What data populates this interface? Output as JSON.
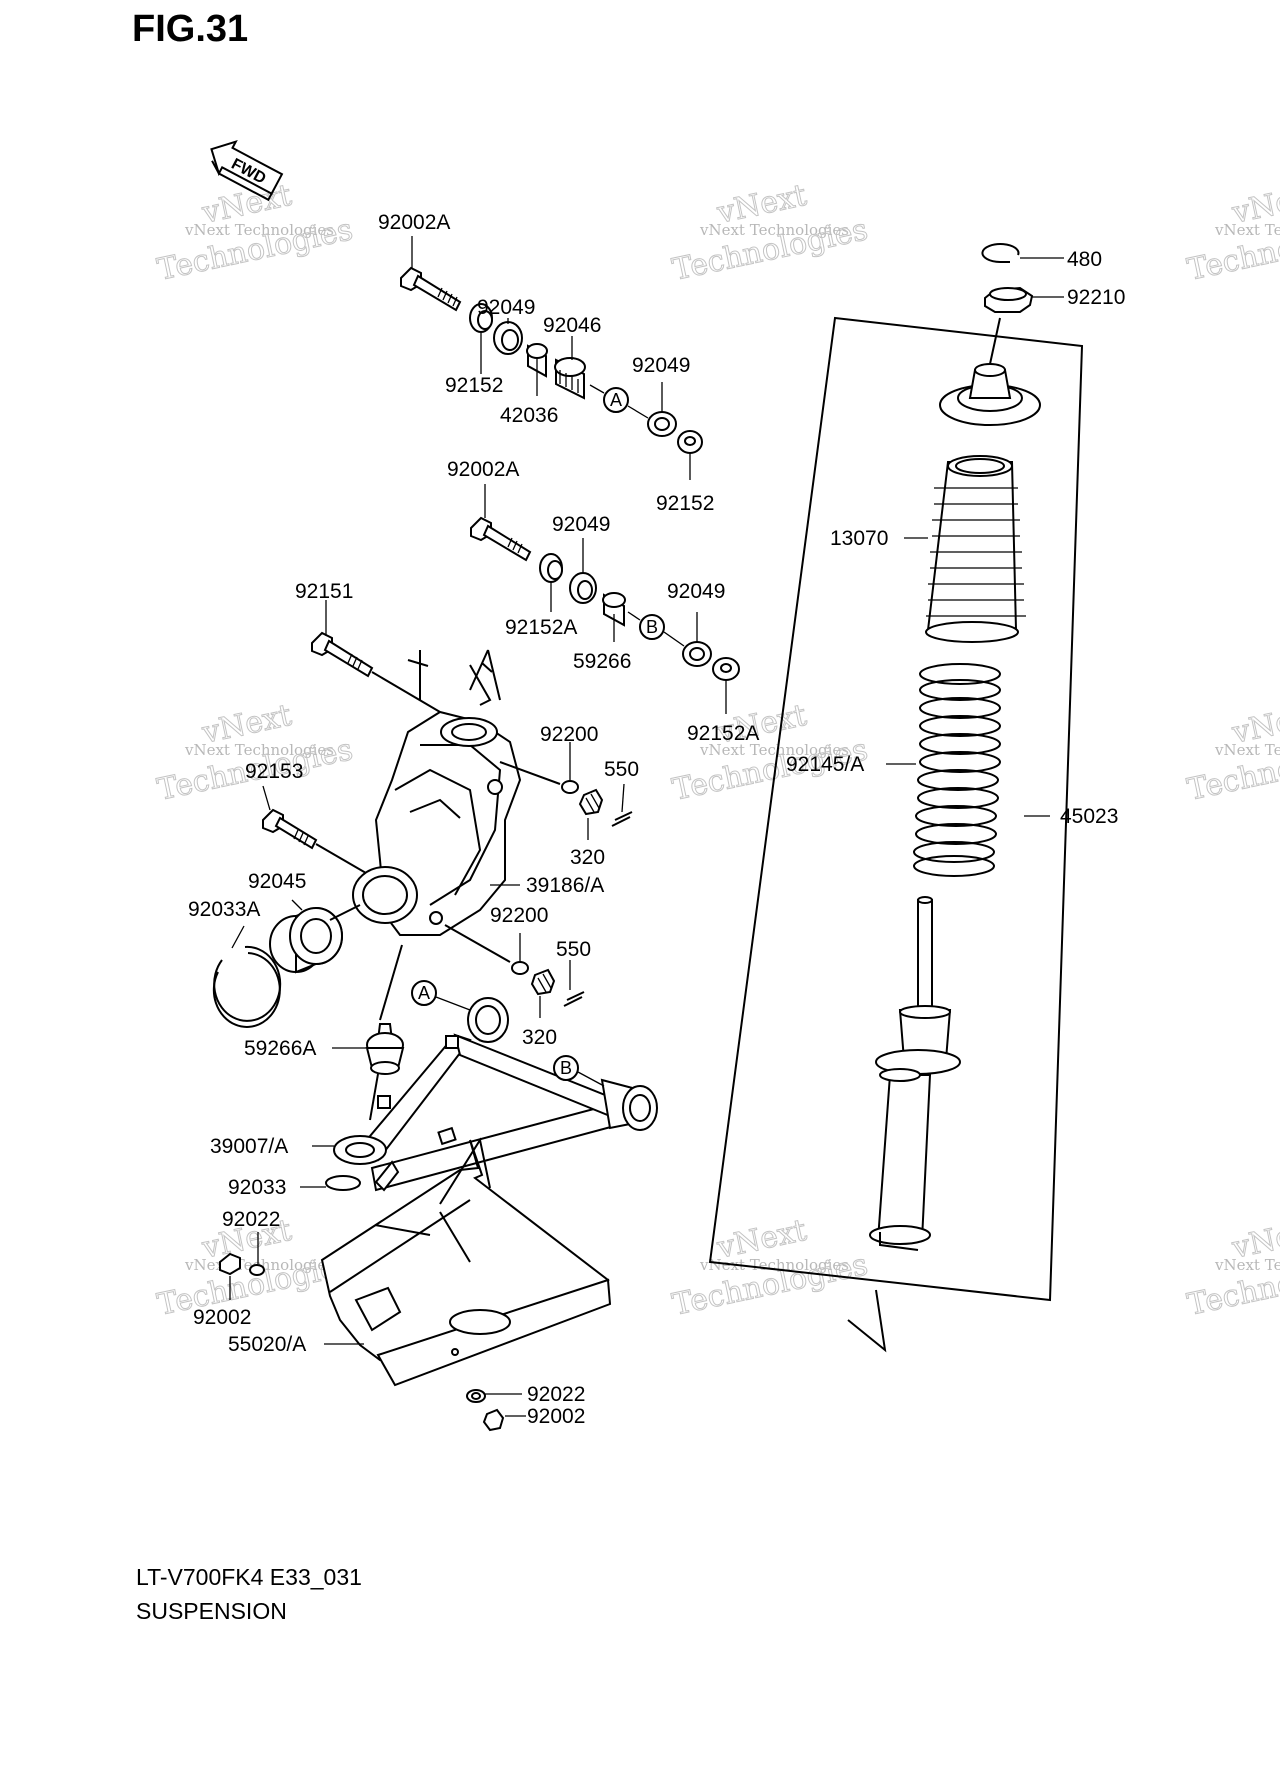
{
  "figure": {
    "title": "FIG.31",
    "model_code": "LT-V700FK4 E33_031",
    "section": "SUSPENSION"
  },
  "direction_indicator": {
    "label": "FWD"
  },
  "watermark": {
    "line1": "vNext Technologies",
    "line2": "vNext",
    "line3": "Technologies"
  },
  "callouts": {
    "c1": "92002A",
    "c2": "92049",
    "c3": "92046",
    "c4": "92152",
    "c5": "42036",
    "c6": "92049",
    "c7": "92152",
    "c8": "92002A",
    "c9": "92049",
    "c10": "92152A",
    "c11": "59266",
    "c12": "92049",
    "c13": "92152A",
    "c14": "92151",
    "c15": "92153",
    "c16": "92200",
    "c17": "550",
    "c18": "320",
    "c19": "92045",
    "c20": "92033A",
    "c21": "39186/A",
    "c22": "92200",
    "c23": "550",
    "c24": "320",
    "c25": "59266A",
    "c26": "39007/A",
    "c27": "92033",
    "c28": "92022",
    "c29": "92002",
    "c30": "55020/A",
    "c31": "92022",
    "c32": "92002",
    "c33": "480",
    "c34": "92210",
    "c35": "13070",
    "c36": "92145/A",
    "c37": "45023"
  },
  "reference_markers": {
    "a1": "A",
    "b1": "B",
    "a2": "A",
    "b2": "B"
  }
}
